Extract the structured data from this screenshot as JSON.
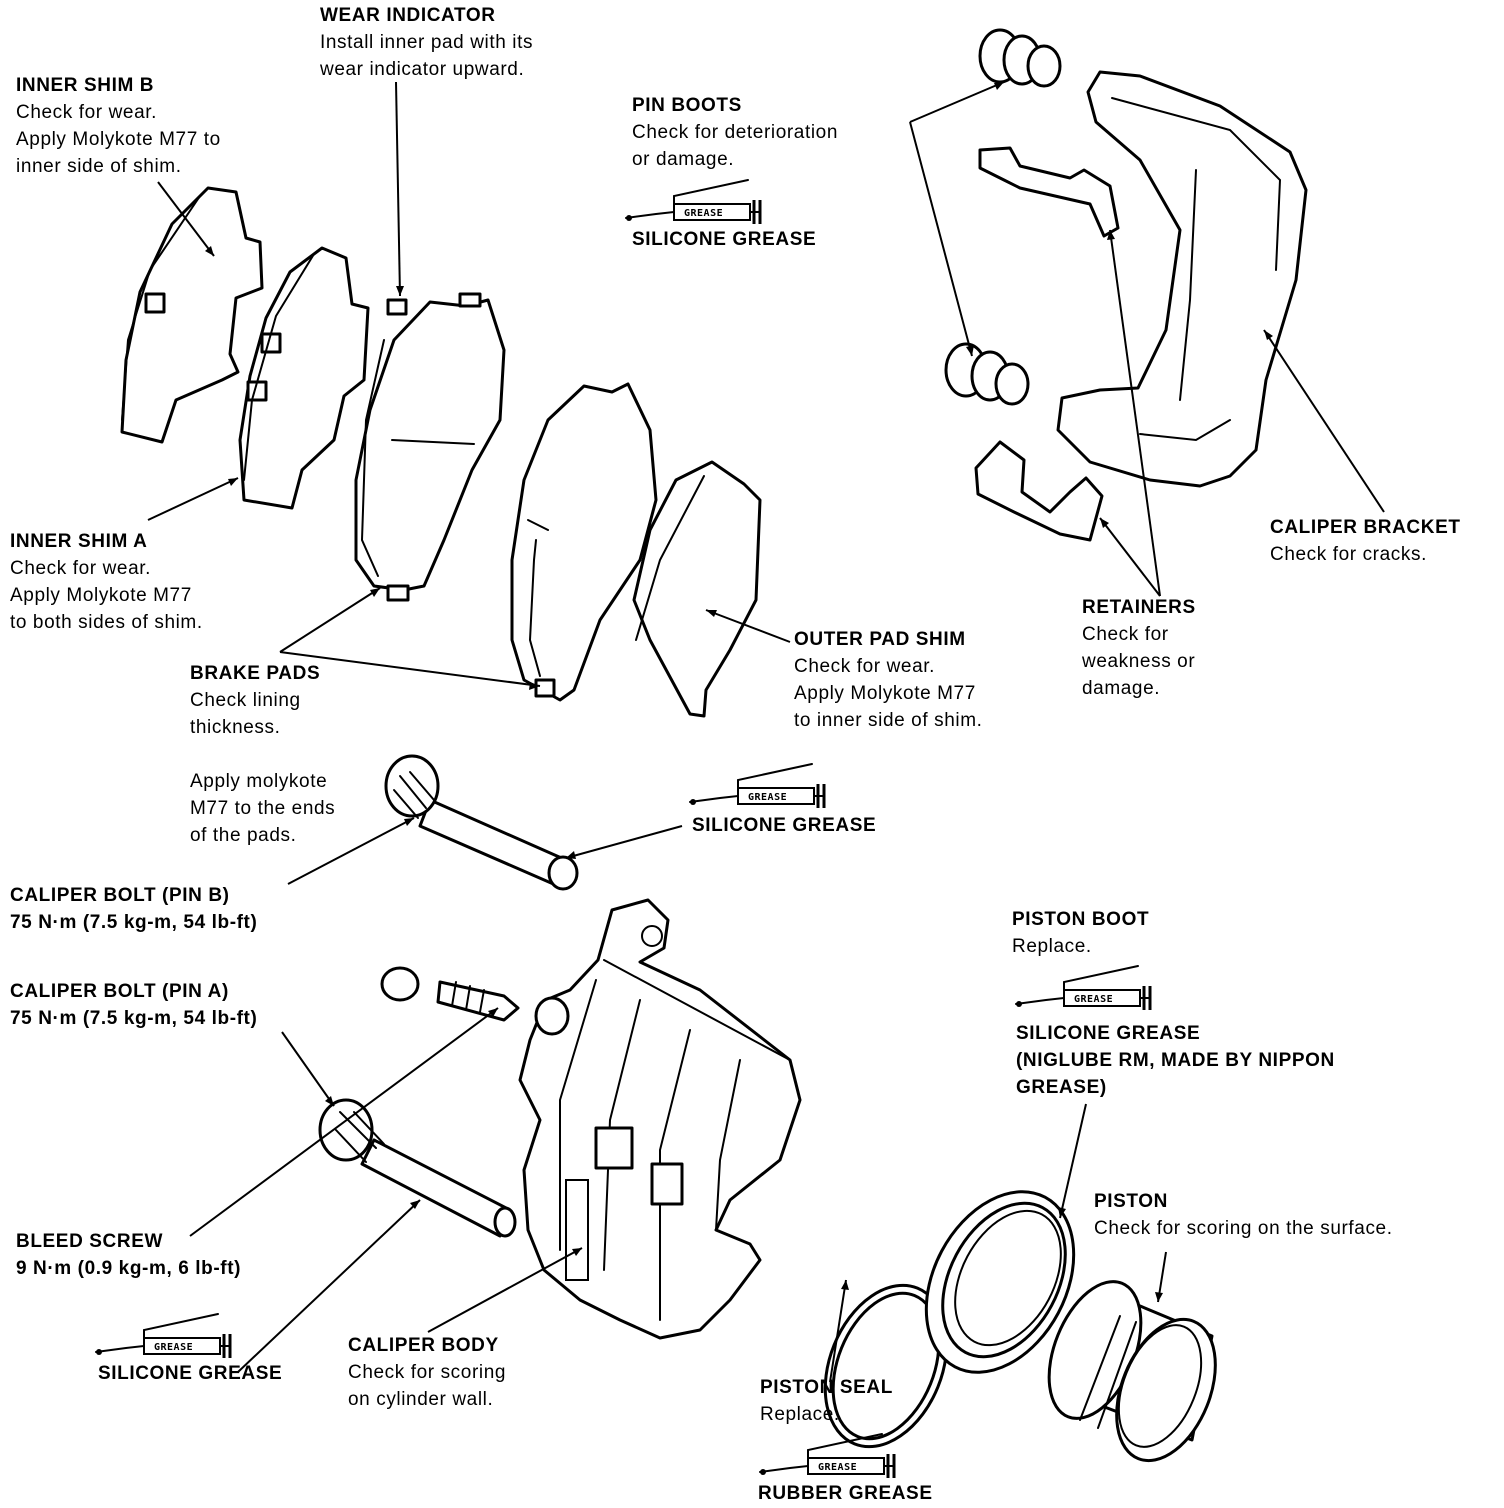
{
  "labels": {
    "wear_indicator": {
      "title": "WEAR INDICATOR",
      "lines": [
        "Install inner pad with its",
        "wear indicator upward."
      ]
    },
    "inner_shim_b": {
      "title": "INNER SHIM B",
      "lines": [
        "Check for wear.",
        "Apply Molykote M77 to",
        "inner side of shim."
      ]
    },
    "pin_boots": {
      "title": "PIN BOOTS",
      "lines": [
        "Check for deterioration",
        "or damage."
      ]
    },
    "pin_boots_grease": "SILICONE GREASE",
    "inner_shim_a": {
      "title": "INNER SHIM A",
      "lines": [
        "Check for wear.",
        "Apply Molykote M77",
        "to both sides of shim."
      ]
    },
    "brake_pads": {
      "title": "BRAKE PADS",
      "lines": [
        "Check lining",
        "thickness."
      ]
    },
    "outer_pad_shim": {
      "title": "OUTER PAD SHIM",
      "lines": [
        "Check for wear.",
        "Apply Molykote M77",
        "to inner side of shim."
      ]
    },
    "retainers": {
      "title": "RETAINERS",
      "lines": [
        "Check for",
        "weakness or",
        "damage."
      ]
    },
    "caliper_bracket": {
      "title": "CALIPER BRACKET",
      "lines": [
        "Check for cracks."
      ]
    },
    "molykote_note": {
      "lines": [
        "Apply molykote",
        "M77 to the ends",
        "of the pads."
      ]
    },
    "pin_b_grease": "SILICONE GREASE",
    "caliper_bolt_b": {
      "title": "CALIPER BOLT (PIN B)",
      "lines": [
        "75 N·m (7.5 kg-m, 54 lb-ft)"
      ]
    },
    "caliper_bolt_a": {
      "title": "CALIPER BOLT (PIN A)",
      "lines": [
        "75 N·m (7.5 kg-m, 54 lb-ft)"
      ]
    },
    "piston_boot": {
      "title": "PISTON BOOT",
      "lines": [
        "Replace."
      ]
    },
    "piston_boot_grease": {
      "title": "SILICONE GREASE",
      "lines": [
        "(NIGLUBE RM, MADE BY NIPPON",
        "GREASE)"
      ]
    },
    "piston": {
      "title": "PISTON",
      "lines": [
        "Check for scoring on the surface."
      ]
    },
    "bleed_screw": {
      "title": "BLEED SCREW",
      "lines": [
        "9 N·m (0.9 kg-m, 6 lb-ft)"
      ]
    },
    "pin_a_grease": "SILICONE GREASE",
    "caliper_body": {
      "title": "CALIPER BODY",
      "lines": [
        "Check for scoring",
        "on cylinder wall."
      ]
    },
    "piston_seal": {
      "title": "PISTON SEAL",
      "lines": [
        "Replace."
      ]
    },
    "rubber_grease": "RUBBER GREASE"
  },
  "grease_icon_text": "GREASE"
}
